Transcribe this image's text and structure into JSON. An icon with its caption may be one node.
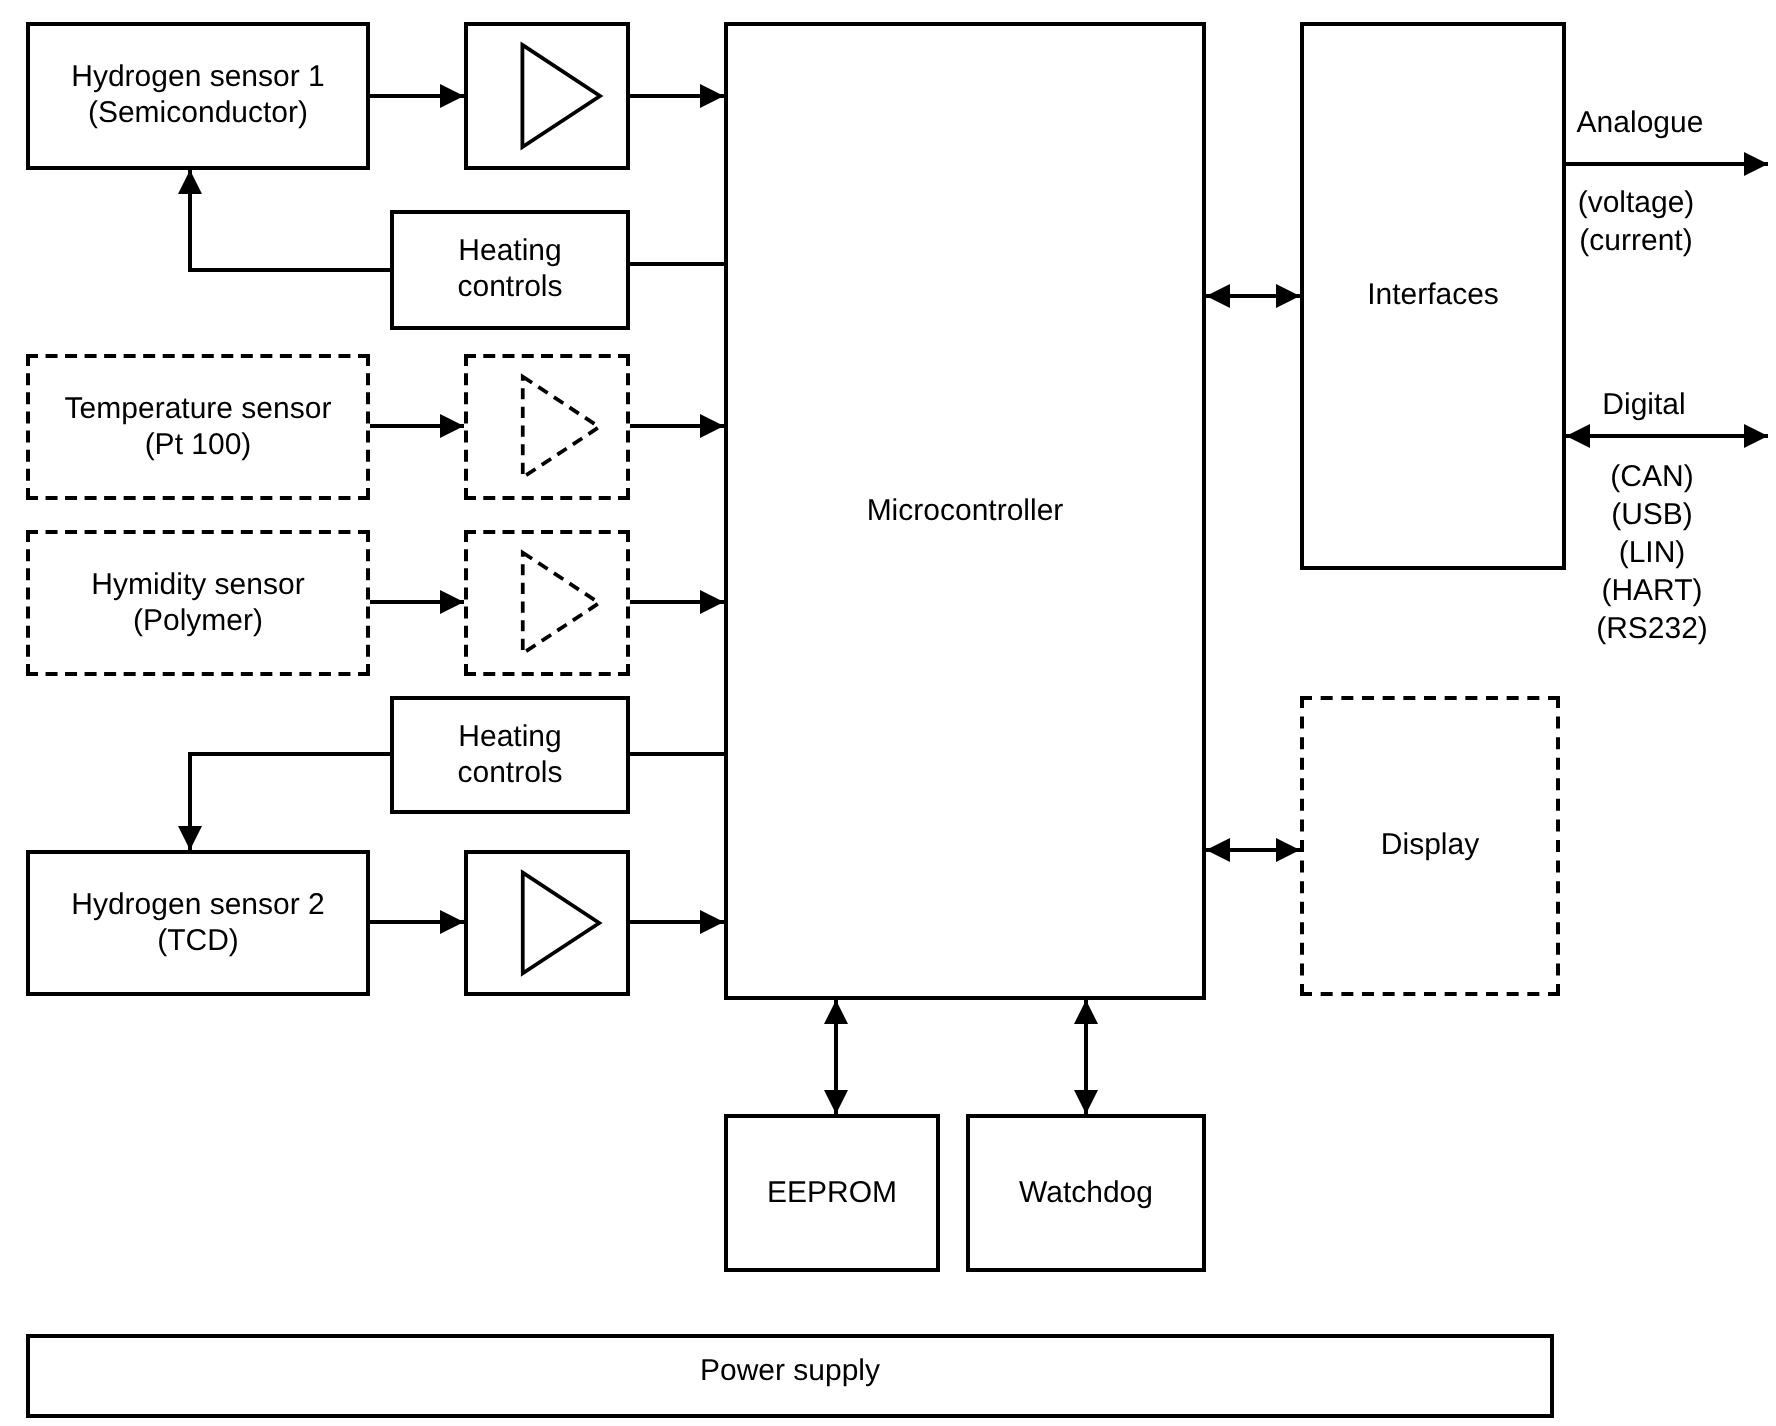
{
  "diagram": {
    "nodes": [
      {
        "text": [
          "Hydrogen sensor 1 (Semiconductor)"
        ]
      },
      {
        "text": [],
        "shape": "triangle"
      },
      {
        "text": [
          "Heating controls"
        ]
      },
      {
        "text": [
          "Temperature sensor (Pt 100)"
        ]
      },
      {
        "text": [],
        "shape": "triangle"
      },
      {
        "text": [
          "Hymidity sensor (Polymer)"
        ]
      },
      {
        "text": [],
        "shape": "triangle"
      },
      {
        "text": [
          "Heating controls"
        ]
      },
      {
        "text": [
          "Hydrogen sensor 2 (TCD)"
        ]
      },
      {
        "text": [],
        "shape": "triangle"
      },
      {
        "text": [
          "Microcontroller"
        ]
      },
      {
        "text": [
          "Interfaces"
        ]
      },
      {
        "text": [
          "Display"
        ]
      },
      {
        "text": [
          "EEPROM"
        ]
      },
      {
        "text": [
          "Watchdog"
        ]
      },
      {
        "text": [
          "Power supply"
        ]
      }
    ],
    "edges": [
      {
        "from": 0,
        "to": 1,
        "arrow": "to"
      },
      {
        "from": 1,
        "to": 10,
        "arrow": "to"
      },
      {
        "from": 2,
        "to": 0,
        "arrow": "to"
      },
      {
        "from": 10,
        "to": 2,
        "arrow": "none"
      },
      {
        "from": 3,
        "to": 4,
        "arrow": "to"
      },
      {
        "from": 4,
        "to": 10,
        "arrow": "to"
      },
      {
        "from": 5,
        "to": 6,
        "arrow": "to"
      },
      {
        "from": 6,
        "to": 10,
        "arrow": "to"
      },
      {
        "from": 10,
        "to": 7,
        "arrow": "none"
      },
      {
        "from": 7,
        "to": 8,
        "arrow": "to"
      },
      {
        "from": 8,
        "to": 9,
        "arrow": "to"
      },
      {
        "from": 9,
        "to": 10,
        "arrow": "to"
      },
      {
        "from": 10,
        "to": 11,
        "arrow": "both"
      },
      {
        "from": 11,
        "to": null,
        "arrow": "to",
        "label": "Analogue"
      },
      {
        "from": 11,
        "to": null,
        "arrow": "both",
        "label": "Digital"
      },
      {
        "from": 10,
        "to": 12,
        "arrow": "both"
      },
      {
        "from": 10,
        "to": 13,
        "arrow": "both"
      },
      {
        "from": 10,
        "to": 14,
        "arrow": "both"
      }
    ],
    "labels": [
      "(voltage)",
      "(current)",
      "(CAN)",
      "(USB)",
      "(LIN)",
      "(HART)",
      "(RS232)"
    ]
  }
}
